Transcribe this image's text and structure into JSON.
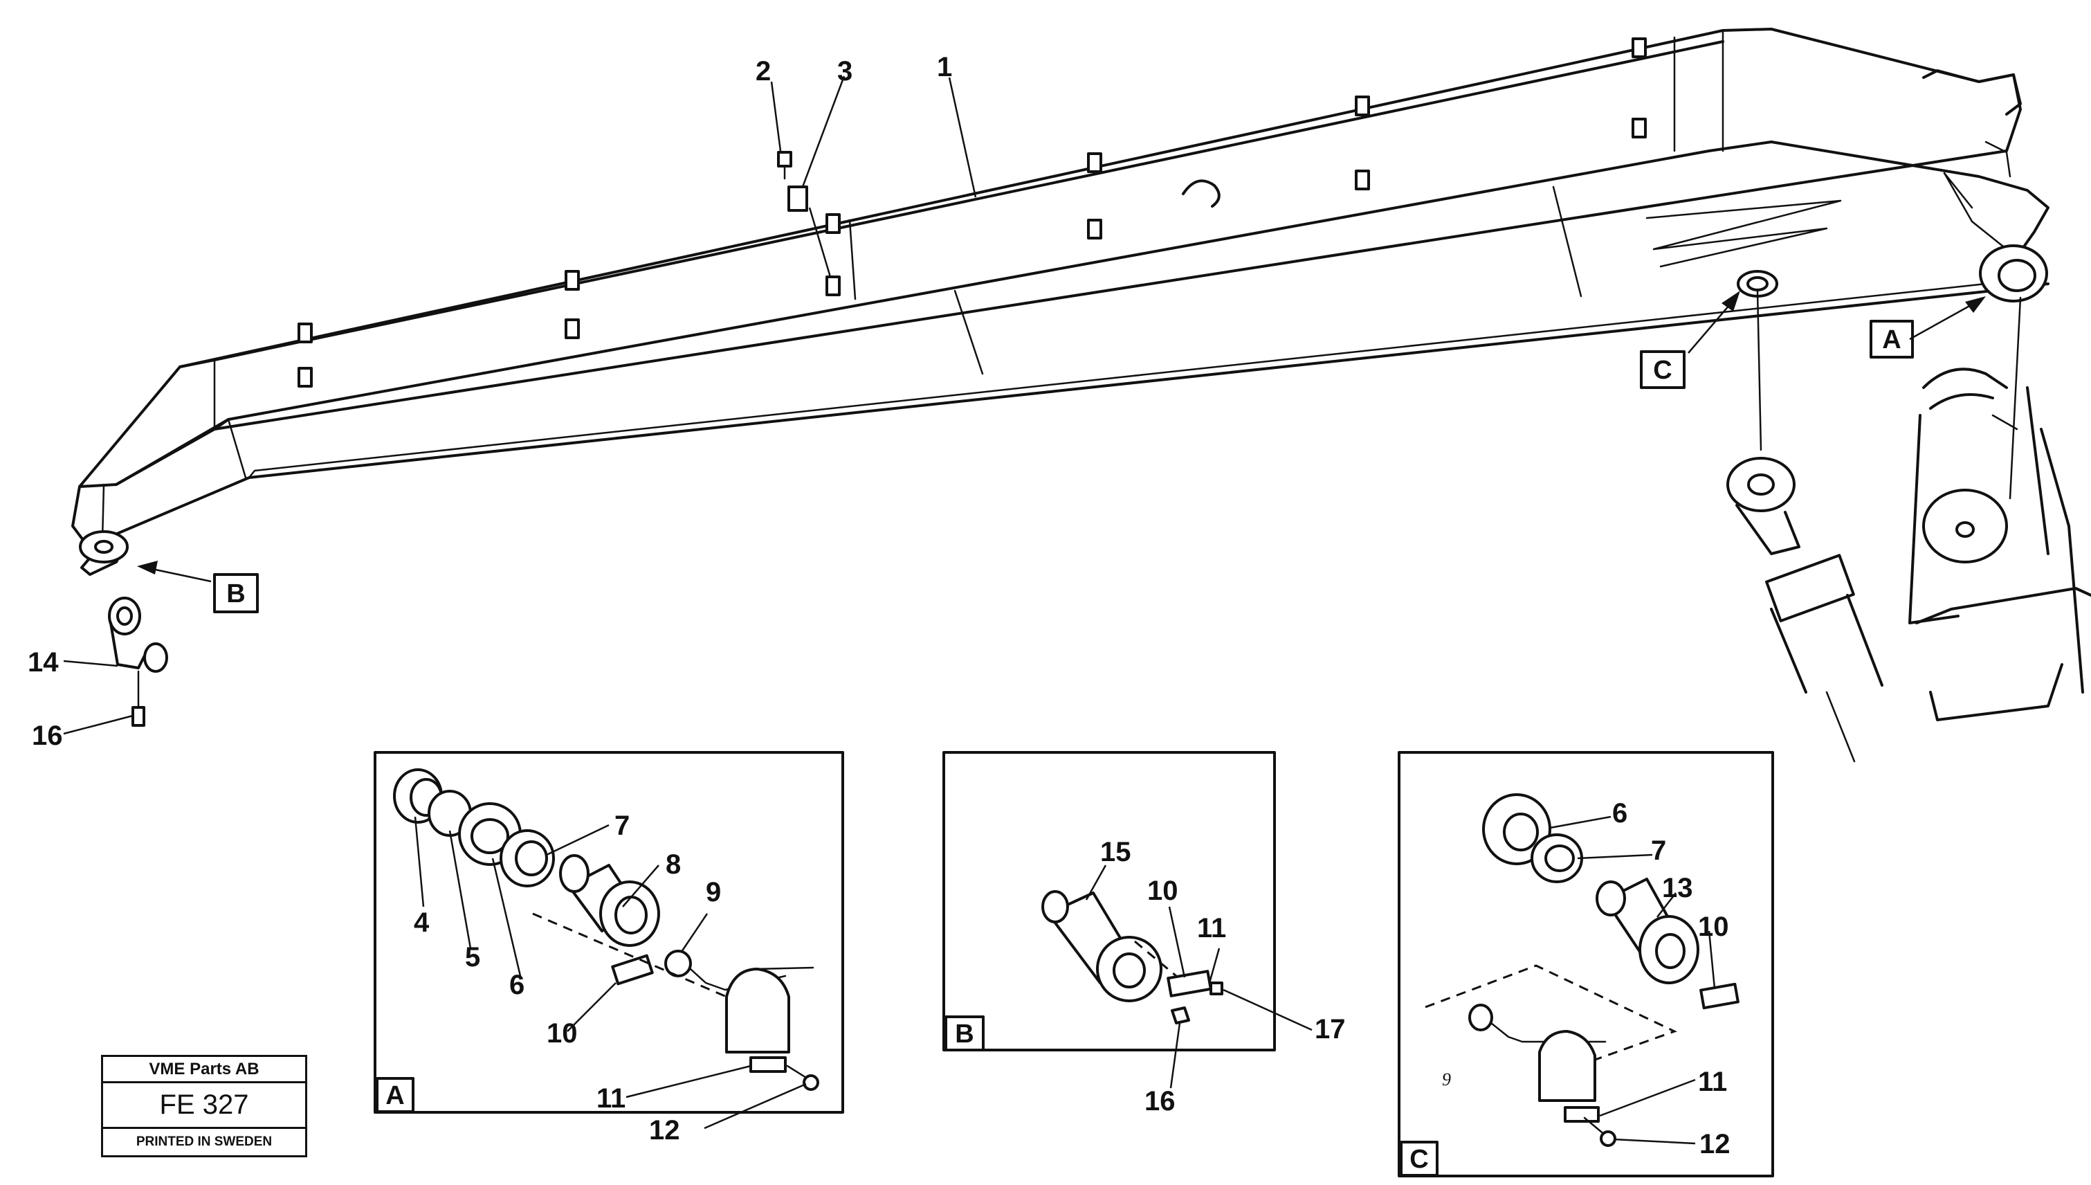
{
  "callouts": {
    "c1": "1",
    "c2": "2",
    "c3": "3",
    "c4": "4",
    "c5": "5",
    "c6": "6",
    "c7": "7",
    "c8": "8",
    "c9": "9",
    "c10": "10",
    "c11": "11",
    "c12": "12",
    "c13": "13",
    "c14": "14",
    "c15": "15",
    "c16": "16",
    "c17": "17",
    "c9_hand": "9"
  },
  "view_markers": {
    "a": "A",
    "b": "B",
    "c": "C"
  },
  "stamp": {
    "company": "VME Parts AB",
    "code": "FE 327",
    "printed": "PRINTED IN SWEDEN"
  }
}
